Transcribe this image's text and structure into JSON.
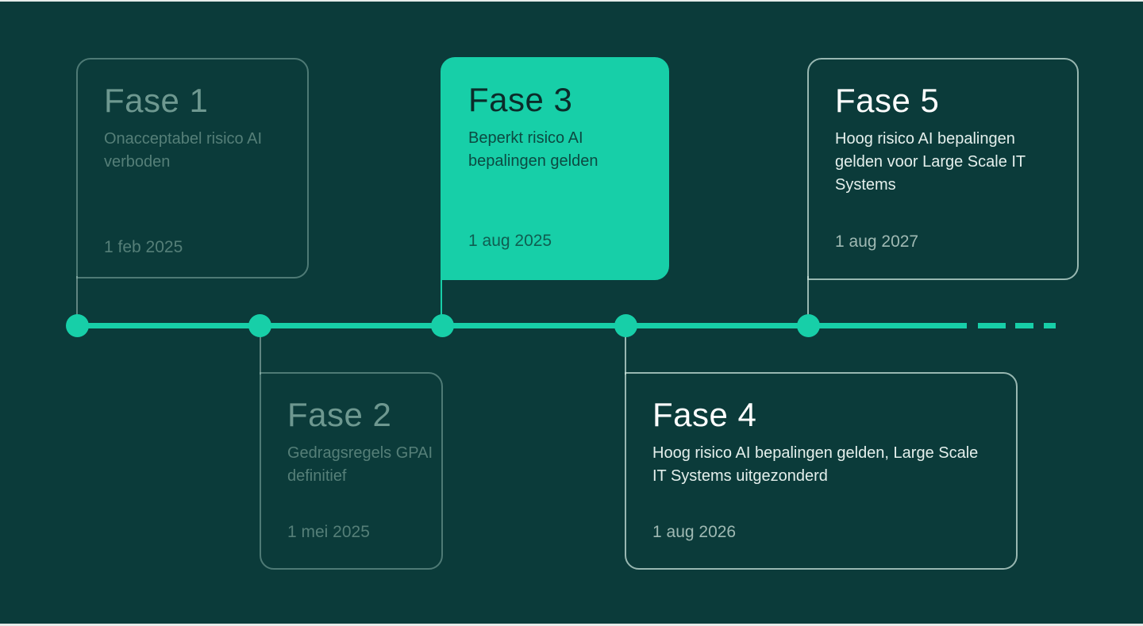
{
  "colors": {
    "background": "#0b3b3a",
    "accent": "#17cfa8",
    "border": "#c8e1da"
  },
  "phases": [
    {
      "title": "Fase 1",
      "description": "Onacceptabel risico AI verboden",
      "date": "1 feb 2025",
      "state": "past"
    },
    {
      "title": "Fase 2",
      "description": "Gedragsregels GPAI definitief",
      "date": "1 mei 2025",
      "state": "past"
    },
    {
      "title": "Fase 3",
      "description": "Beperkt risico AI bepalingen gelden",
      "date": "1 aug 2025",
      "state": "current"
    },
    {
      "title": "Fase 4",
      "description": "Hoog risico AI bepalingen gelden, Large Scale IT Systems uitgezonderd",
      "date": "1 aug 2026",
      "state": "future"
    },
    {
      "title": "Fase 5",
      "description": "Hoog risico AI bepalingen gelden voor Large Scale IT Systems",
      "date": "1 aug 2027",
      "state": "future"
    }
  ]
}
